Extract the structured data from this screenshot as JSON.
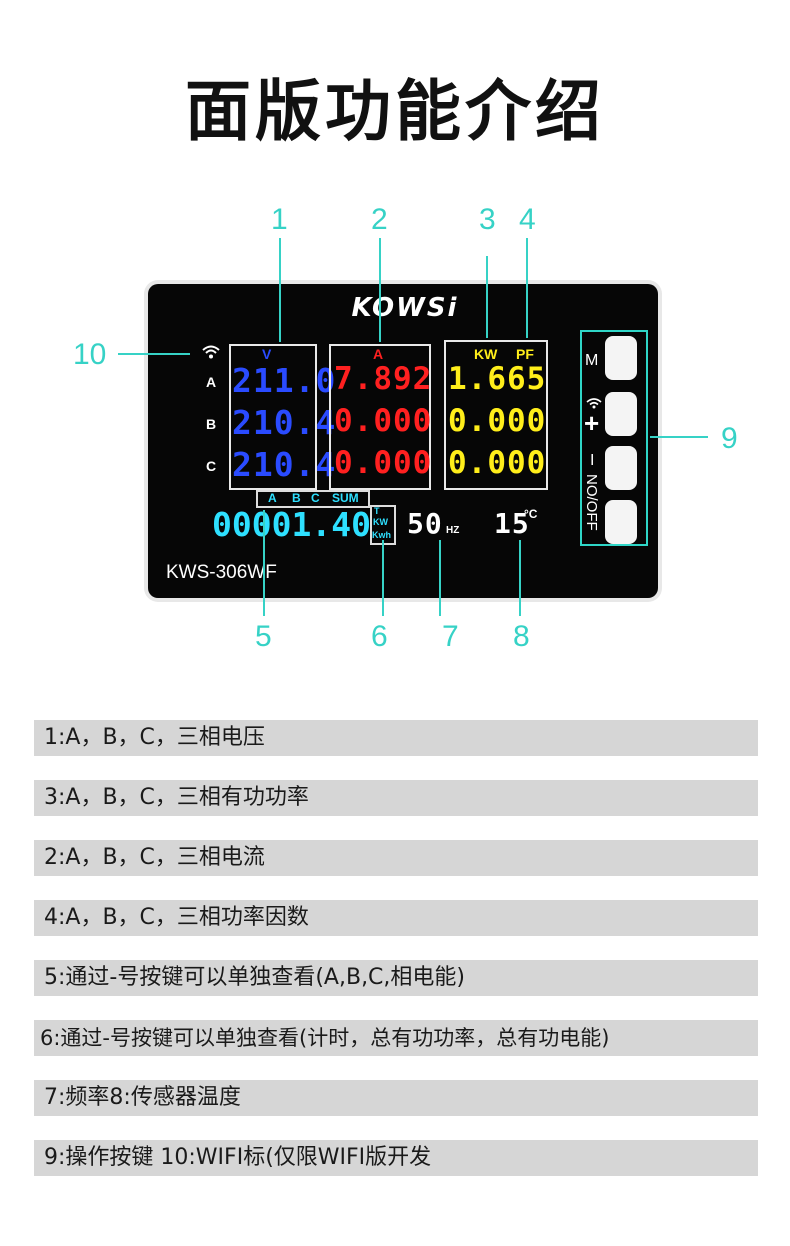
{
  "title": "面版功能介绍",
  "device": {
    "brand": "KOWSi",
    "model": "KWS-306WF",
    "phases": [
      "A",
      "B",
      "C"
    ],
    "voltage": {
      "header": "V",
      "values": [
        "211.0",
        "210.4",
        "210.4"
      ]
    },
    "current": {
      "header": "A",
      "values": [
        "7.892",
        "0.000",
        "0.000"
      ]
    },
    "power": {
      "header_kw": "KW",
      "header_pf": "PF",
      "values": [
        "1.665",
        "0.000",
        "0.000"
      ]
    },
    "energy_tabs": [
      "A",
      "B",
      "C",
      "SUM"
    ],
    "energy_value": "00001.40",
    "unit_labels": [
      "T",
      "KW",
      "Kwh"
    ],
    "frequency": "50",
    "frequency_unit": "HZ",
    "temperature": "15",
    "temperature_unit": "°C",
    "buttons": [
      "M",
      "+",
      "I",
      "NO/OFF"
    ],
    "colors": {
      "voltage": "#2a4bff",
      "current": "#ff2020",
      "power": "#ffee1a",
      "energy": "#2ee0ff",
      "callout": "#36d2c6"
    }
  },
  "callouts": [
    "1",
    "2",
    "3",
    "4",
    "5",
    "6",
    "7",
    "8",
    "9",
    "10"
  ],
  "descriptions": [
    "1:A，B，C，三相电压",
    "3:A，B，C，三相有功功率",
    "2:A，B，C，三相电流",
    "4:A，B，C，三相功率因数",
    "5:通过-号按键可以单独查看(A,B,C,相电能)",
    "6:通过-号按键可以单独查看(计时，总有功功率，总有功电能)",
    "7:频率8:传感器温度",
    "9:操作按键 10:WIFI标(仅限WIFI版开发"
  ]
}
